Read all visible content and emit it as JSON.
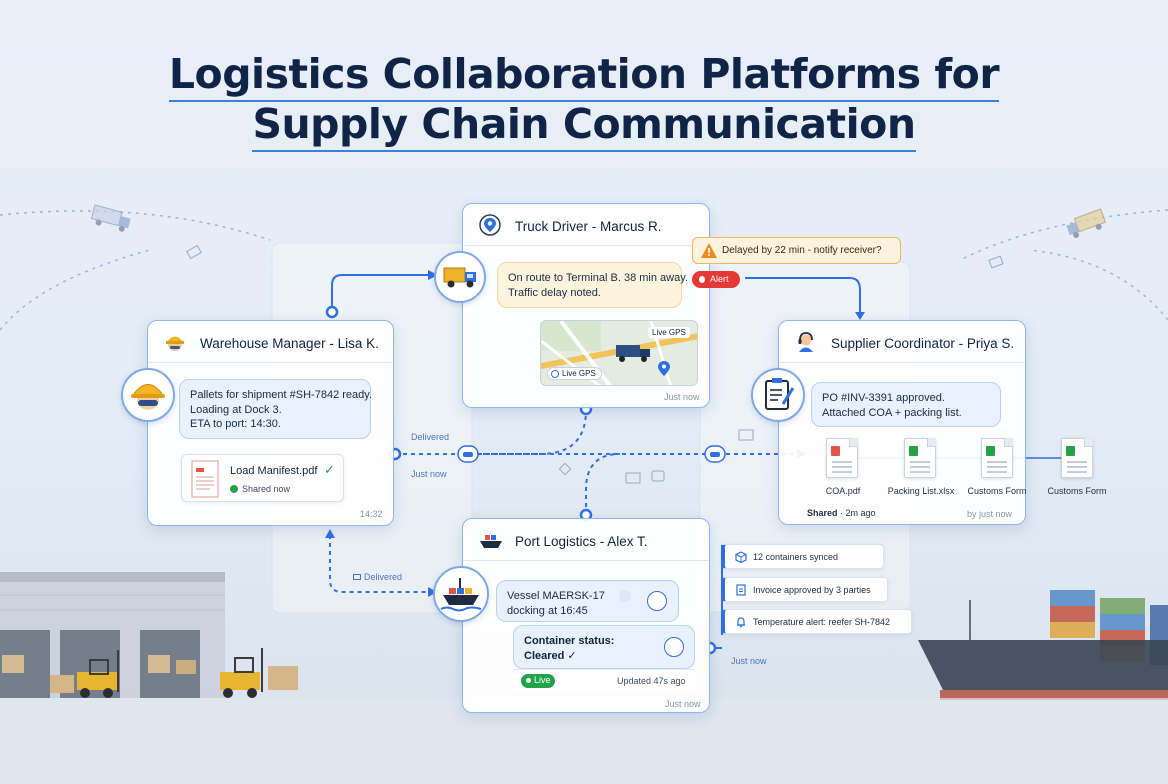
{
  "title": {
    "line1": "Logistics Collaboration Platforms for",
    "line2": "Supply Chain Communication"
  },
  "colors": {
    "accent": "#2f6fe0",
    "panel_border": "#8fb6ef",
    "alert_red": "#e53935",
    "live_green": "#22a34a",
    "warning_orange": "#f08a1c"
  },
  "warehouse": {
    "title": "Warehouse Manager - Lisa K.",
    "message": [
      "Pallets for shipment #SH-7842 ready.",
      "Loading at Dock 3.",
      "ETA to port: 14:30."
    ],
    "file_name": "Load Manifest.pdf",
    "file_status": "Shared now",
    "timestamp": "14:32",
    "icon": "hard-hat-worker-icon"
  },
  "truck": {
    "title": "Truck Driver - Marcus R.",
    "message": [
      "On route to Terminal B. 38 min away.",
      "Traffic delay noted."
    ],
    "map_tag_top": "Live GPS",
    "map_tag_bottom": "Live GPS",
    "timestamp": "Just now",
    "icon": "truck-icon"
  },
  "alert": {
    "text": "Delayed by 22 min - notify receiver?",
    "badge": "Alert"
  },
  "supplier": {
    "title": "Supplier Coordinator - Priya S.",
    "message": [
      "PO #INV-3391 approved.",
      "Attached COA + packing list."
    ],
    "documents": [
      {
        "name": "COA.pdf",
        "type": "pdf"
      },
      {
        "name": "Packing List.xlsx",
        "type": "xlsx"
      },
      {
        "name": "Customs Form",
        "type": "xlsx"
      },
      {
        "name": "Customs Form",
        "type": "xlsx"
      }
    ],
    "shared": "Shared",
    "shared_time": "2m ago",
    "footer": "by just now",
    "icon": "clipboard-icon"
  },
  "port": {
    "title": "Port Logistics - Alex T.",
    "message1": [
      "Vessel MAERSK-17",
      "docking at 16:45"
    ],
    "message2": [
      "Container status:",
      "Cleared ✓"
    ],
    "live": "Live",
    "updated": "Updated 47s ago",
    "timestamp": "Just now",
    "icon": "ship-icon"
  },
  "flows": {
    "delivered_1": "Delivered",
    "just_now_1": "Just now",
    "delivered_2": "Delivered",
    "just_now_2": "Just now"
  },
  "status_feed": [
    {
      "text": "12 containers synced",
      "icon": "box-icon"
    },
    {
      "text": "Invoice approved by 3 parties",
      "icon": "document-icon"
    },
    {
      "text": "Temperature alert: reefer SH-7842",
      "icon": "bell-icon"
    }
  ]
}
